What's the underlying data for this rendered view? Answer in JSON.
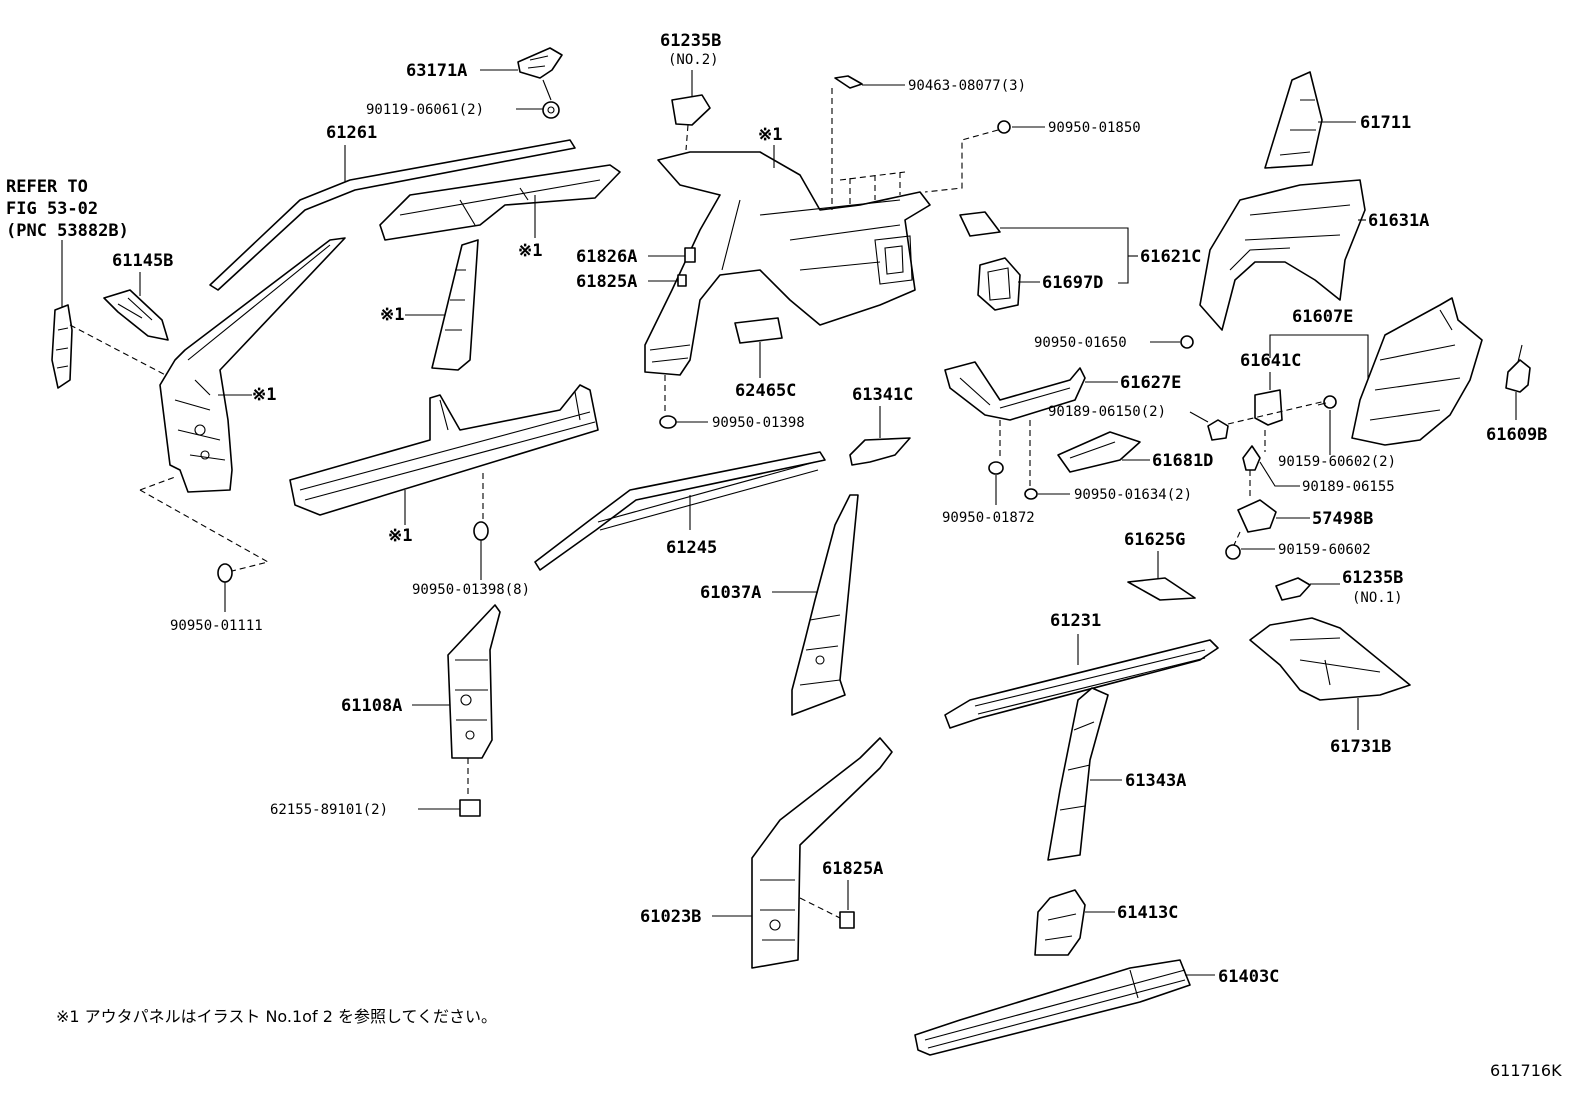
{
  "refer": {
    "line1": "REFER TO",
    "line2": "FIG 53-02",
    "line3": "(PNC 53882B)"
  },
  "labels": {
    "p63171A": "63171A",
    "p90119": "90119-06061(2)",
    "p61261": "61261",
    "p61145B": "61145B",
    "mark_a": "※1",
    "mark_b": "※1",
    "mark_c": "※1",
    "mark_d": "※1",
    "mark_e": "※1",
    "p90950_01111": "90950-01111",
    "p90950_01398_8": "90950-01398(8)",
    "p61108A": "61108A",
    "p62155": "62155-89101(2)",
    "p61235B_top": "61235B",
    "no2": "(NO.2)",
    "p61826A": "61826A",
    "p61825A_top": "61825A",
    "p62465C": "62465C",
    "p90950_01398": "90950-01398",
    "p90463": "90463-08077(3)",
    "p90950_01850": "90950-01850",
    "p61621C": "61621C",
    "p61697D": "61697D",
    "p61341C": "61341C",
    "p61245": "61245",
    "p61037A": "61037A",
    "p61825A_bot": "61825A",
    "p61023B": "61023B",
    "p61711": "61711",
    "p61631A": "61631A",
    "p90950_01650": "90950-01650",
    "p61607E": "61607E",
    "p61641C": "61641C",
    "p61627E": "61627E",
    "p90189_06150": "90189-06150(2)",
    "p61681D": "61681D",
    "p90159_60602_2": "90159-60602(2)",
    "p90189_06155": "90189-06155",
    "p90950_01634": "90950-01634(2)",
    "p90950_01872": "90950-01872",
    "p57498B": "57498B",
    "p90159_60602": "90159-60602",
    "p61609B": "61609B",
    "p61625G": "61625G",
    "p61235B_bot": "61235B",
    "no1": "(NO.1)",
    "p61231": "61231",
    "p61731B": "61731B",
    "p61343A": "61343A",
    "p61413C": "61413C",
    "p61403C": "61403C"
  },
  "footnote": "※1 アウタパネルはイラスト No.1of 2 を参照してください。",
  "figure_code": "611716K"
}
